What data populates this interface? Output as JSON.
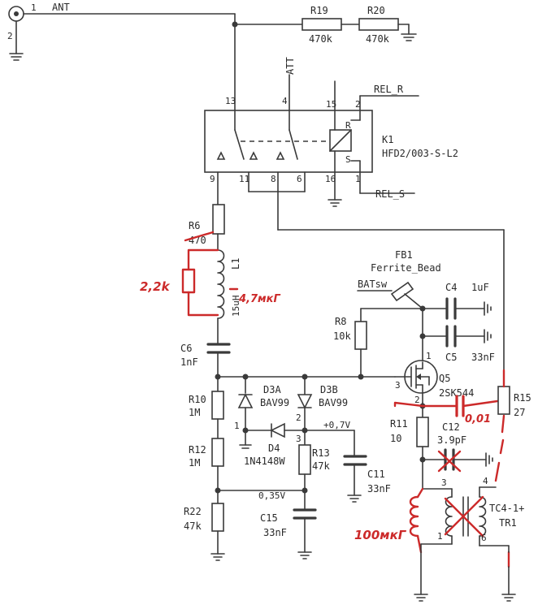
{
  "nets": {
    "ant": "ANT",
    "att": "ATT",
    "rel_r": "REL_R",
    "rel_s": "REL_S",
    "batsw": "BATsw"
  },
  "pins": {
    "ant_1": "1",
    "ant_2": "2",
    "k1_13": "13",
    "k1_4": "4",
    "k1_15": "15",
    "k1_2": "2",
    "k1_9": "9",
    "k1_11": "11",
    "k1_8": "8",
    "k1_6": "6",
    "k1_16": "16",
    "k1_1": "1",
    "q5_1": "1",
    "q5_2": "2",
    "q5_3": "3",
    "d3a_1": "1",
    "d3b_2": "2",
    "d3b_3": "3",
    "tr1_3": "3",
    "tr1_4": "4",
    "tr1_1": "1",
    "tr1_6": "6"
  },
  "relay": {
    "ref": "K1",
    "part": "HFD2/003-S-L2",
    "coil_r": "R",
    "coil_s": "S"
  },
  "components": {
    "r19": {
      "ref": "R19",
      "value": "470k"
    },
    "r20": {
      "ref": "R20",
      "value": "470k"
    },
    "r6": {
      "ref": "R6",
      "value": "470"
    },
    "l1": {
      "ref": "L1",
      "value": "15uH"
    },
    "c6": {
      "ref": "C6",
      "value": "1nF"
    },
    "fb1": {
      "ref": "FB1",
      "value": "Ferrite_Bead"
    },
    "c4": {
      "ref": "C4",
      "value": "1uF"
    },
    "c5": {
      "ref": "C5",
      "value": "33nF"
    },
    "r8": {
      "ref": "R8",
      "value": "10k"
    },
    "q5": {
      "ref": "Q5",
      "value": "2SK544"
    },
    "r15": {
      "ref": "R15",
      "value": "27"
    },
    "r10": {
      "ref": "R10",
      "value": "1M"
    },
    "d3a": {
      "ref": "D3A",
      "value": "BAV99"
    },
    "d3b": {
      "ref": "D3B",
      "value": "BAV99"
    },
    "d4": {
      "ref": "D4",
      "value": "1N4148W"
    },
    "r11": {
      "ref": "R11",
      "value": "10"
    },
    "c12": {
      "ref": "C12",
      "value": "3.9pF"
    },
    "r12": {
      "ref": "R12",
      "value": "1M"
    },
    "r13": {
      "ref": "R13",
      "value": "47k"
    },
    "c11": {
      "ref": "C11",
      "value": "33nF"
    },
    "r22": {
      "ref": "R22",
      "value": "47k"
    },
    "c15": {
      "ref": "C15",
      "value": "33nF"
    },
    "tr1": {
      "ref": "TR1",
      "value": "TC4-1+"
    }
  },
  "voltages": {
    "v_d3b": "+0,7V",
    "v_c15": "0,35V"
  },
  "annotations": {
    "r_parallel_l1": "2,2k",
    "l1_new_value": "4,7мкГ",
    "cap_added_value": "0,01",
    "inductor_added_value": "100мкГ"
  },
  "colors": {
    "ink": "#3a3a3a",
    "handwriting_red": "#cc2a2a",
    "paper": "#ffffff"
  }
}
